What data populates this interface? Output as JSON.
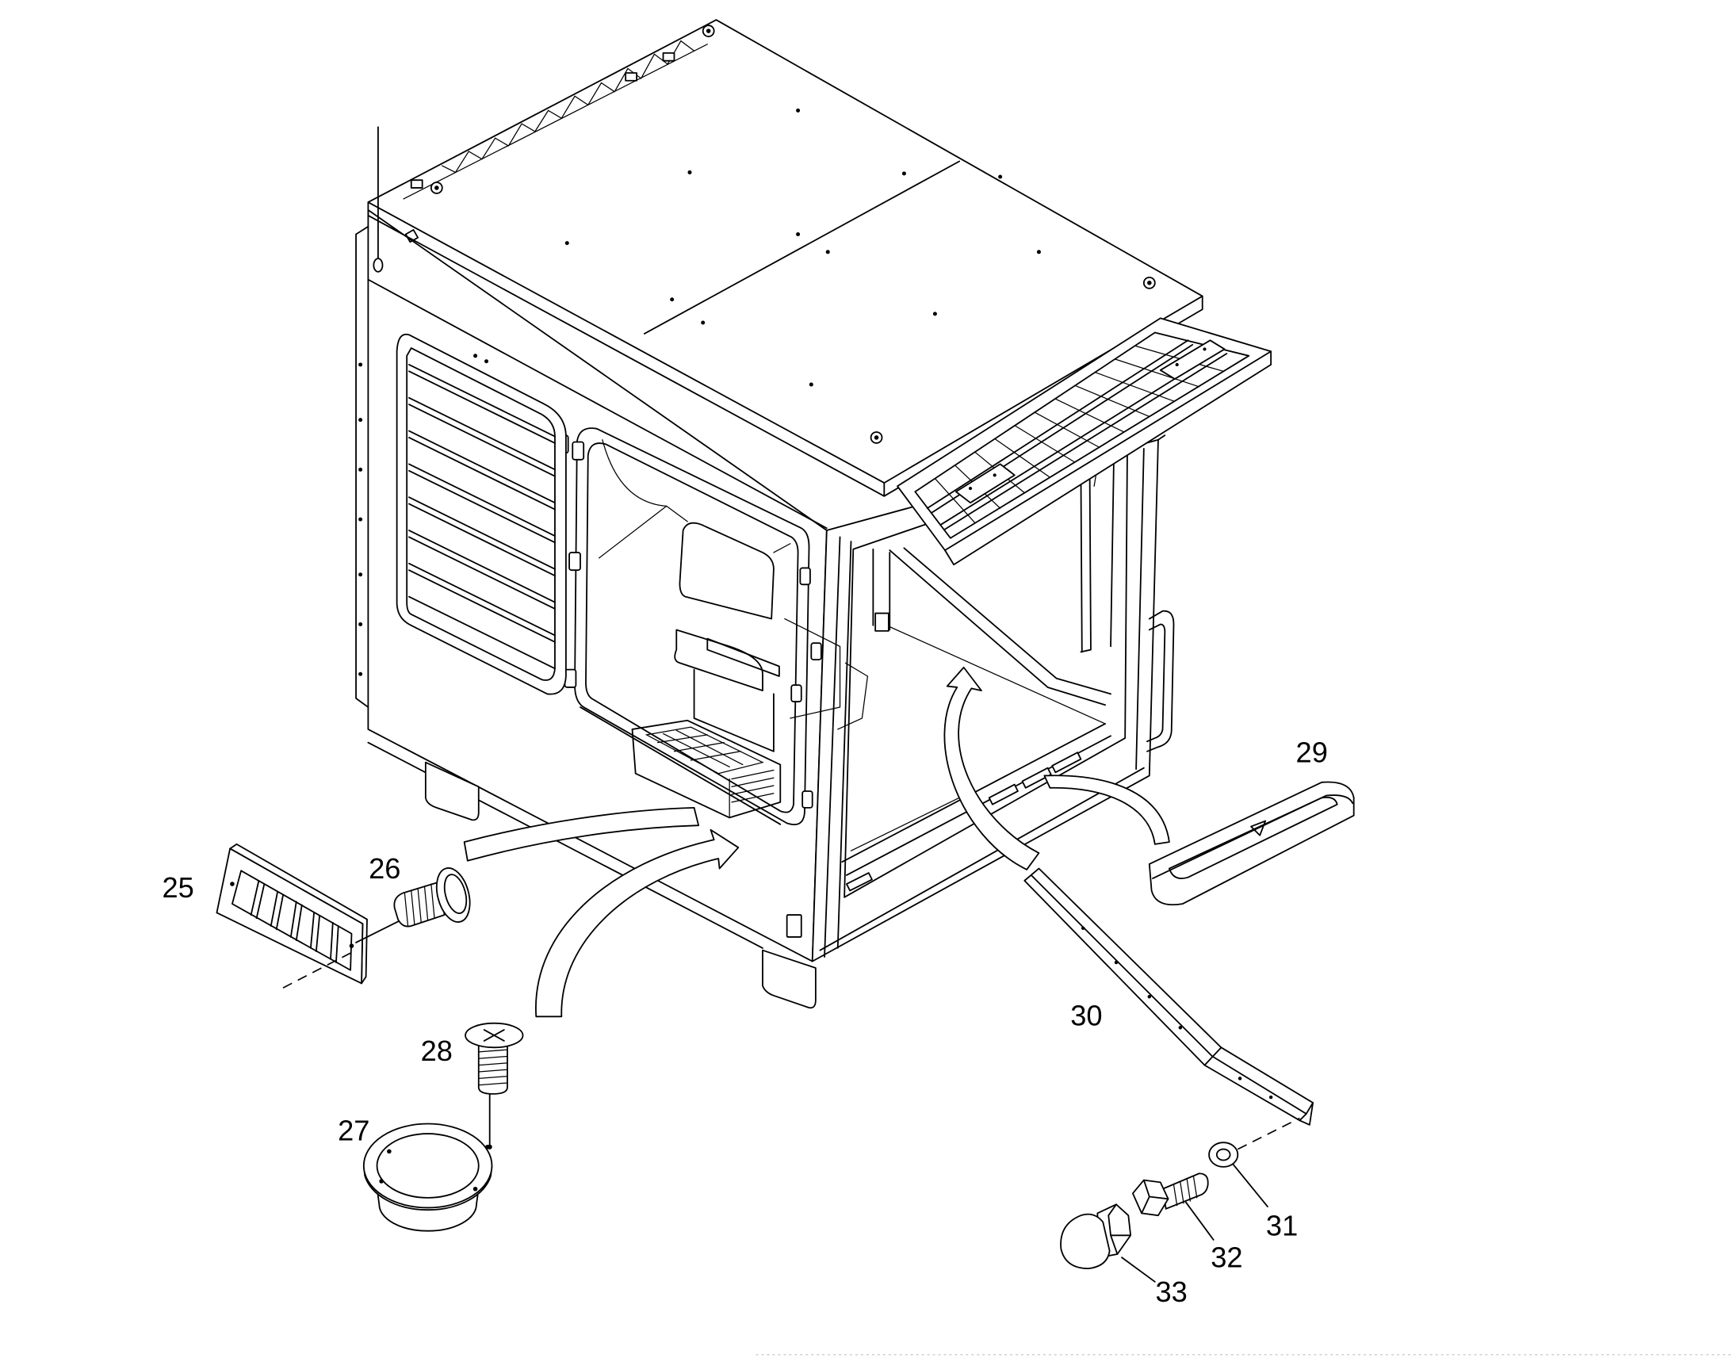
{
  "colors": {
    "line": "#000000",
    "background": "#ffffff"
  },
  "callouts": {
    "c25": "25",
    "c26": "26",
    "c27": "27",
    "c28": "28",
    "c29": "29",
    "c30": "30",
    "c31": "31",
    "c32": "32",
    "c33": "33"
  }
}
